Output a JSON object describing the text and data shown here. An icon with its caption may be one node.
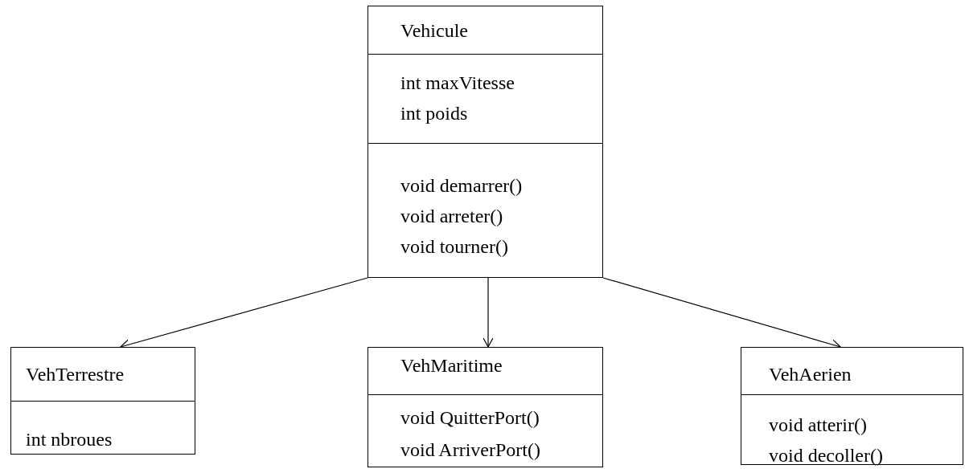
{
  "diagram": {
    "nodes": [
      {
        "text": [
          "Vehicule",
          "int maxVitesse",
          "int poids",
          "void demarrer()",
          "void arreter()",
          "void tourner()"
        ]
      },
      {
        "text": [
          "VehTerrestre",
          "int nbroues"
        ]
      },
      {
        "text": [
          "VehMaritime",
          "void QuitterPort()",
          "void ArriverPort()"
        ]
      },
      {
        "text": [
          "VehAerien",
          "void atterir()",
          "void decoller()"
        ]
      }
    ],
    "edges": [
      {
        "from": 0,
        "to": 1,
        "arrow": "to"
      },
      {
        "from": 0,
        "to": 2,
        "arrow": "to"
      },
      {
        "from": 0,
        "to": 3,
        "arrow": "to"
      }
    ]
  }
}
